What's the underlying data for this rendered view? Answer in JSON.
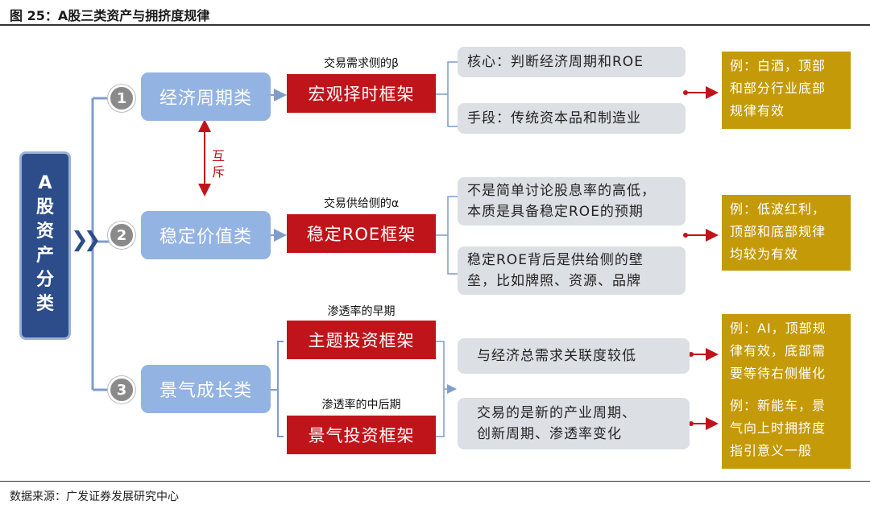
{
  "figure": {
    "title": "图 25：A股三类资产与拥挤度规律",
    "source": "数据来源：广发证券发展研究中心"
  },
  "root": {
    "text": "A股资产分类",
    "chars": [
      "A",
      "股",
      "资",
      "产",
      "分",
      "类"
    ],
    "chevrons": "❯❯"
  },
  "categories": [
    {
      "num": "1",
      "label": "经济周期类"
    },
    {
      "num": "2",
      "label": "稳定价值类"
    },
    {
      "num": "3",
      "label": "景气成长类"
    }
  ],
  "mutex_label": {
    "line1": "互",
    "line2": "斥"
  },
  "frameworks": [
    {
      "top_label": "交易需求侧的β",
      "box": "宏观择时框架"
    },
    {
      "top_label": "交易供给侧的α",
      "box": "稳定ROE框架"
    },
    {
      "top_label": "渗透率的早期",
      "box": "主题投资框架"
    },
    {
      "top_label": "渗透率的中后期",
      "box": "景气投资框架"
    }
  ],
  "details": [
    {
      "lines": [
        "核心：判断经济周期和ROE"
      ]
    },
    {
      "lines": [
        "手段：传统资本品和制造业"
      ]
    },
    {
      "lines": [
        "不是简单讨论股息率的高低，",
        "本质是具备稳定ROE的预期"
      ]
    },
    {
      "lines": [
        "稳定ROE背后是供给侧的壁",
        "垒，比如牌照、资源、品牌"
      ]
    },
    {
      "lines": [
        "与经济总需求关联度较低"
      ]
    },
    {
      "lines": [
        "交易的是新的产业周期、",
        "创新周期、渗透率变化"
      ]
    }
  ],
  "examples": [
    {
      "lines": [
        "例：白酒，顶部",
        "和部分行业底部",
        "规律有效"
      ]
    },
    {
      "lines": [
        "例：低波红利，",
        "顶部和底部规律",
        "均较为有效"
      ]
    },
    {
      "lines": [
        "例：AI，顶部规",
        "律有效，底部需",
        "要等待右侧催化"
      ]
    },
    {
      "lines": [
        "例：新能车，景",
        "气向上时拥挤度",
        "指引意义一般"
      ]
    }
  ],
  "colors": {
    "root_box": "#2c4d8a",
    "category_box": "#93b3e3",
    "framework_box": "#c0141b",
    "detail_box": "#dcdfe4",
    "example_box": "#c49a08",
    "connector": "#7f9ccc",
    "red_arrow": "#c0141b"
  }
}
